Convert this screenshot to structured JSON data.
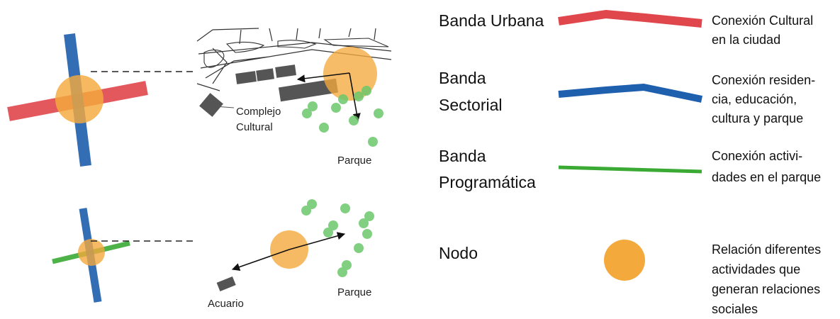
{
  "colors": {
    "urban": "#e0474c",
    "sectorial": "#1e5fae",
    "programatic": "#3aaa35",
    "node": "#f4a93d",
    "tree": "#6cc76a",
    "building": "#555555"
  },
  "diagram1": {
    "label_complejo_line1": "Complejo",
    "label_complejo_line2": "Cultural",
    "label_parque": "Parque"
  },
  "diagram2": {
    "label_acuario": "Acuario",
    "label_parque": "Parque"
  },
  "legend": {
    "urbana": {
      "title": "Banda Urbana",
      "desc_lines": [
        "Conexión Cultural",
        "en la ciudad"
      ]
    },
    "sectorial": {
      "title_lines": [
        "Banda",
        "Sectorial"
      ],
      "desc_lines": [
        "Conexión residen-",
        "cia, educación,",
        "cultura y parque"
      ]
    },
    "programatica": {
      "title_lines": [
        "Banda",
        "Programática"
      ],
      "desc_lines": [
        "Conexión activi-",
        "dades en el parque"
      ]
    },
    "nodo": {
      "title": "Nodo",
      "desc_lines": [
        "Relación diferentes",
        "actividades que",
        "generan relaciones",
        "sociales"
      ]
    }
  }
}
